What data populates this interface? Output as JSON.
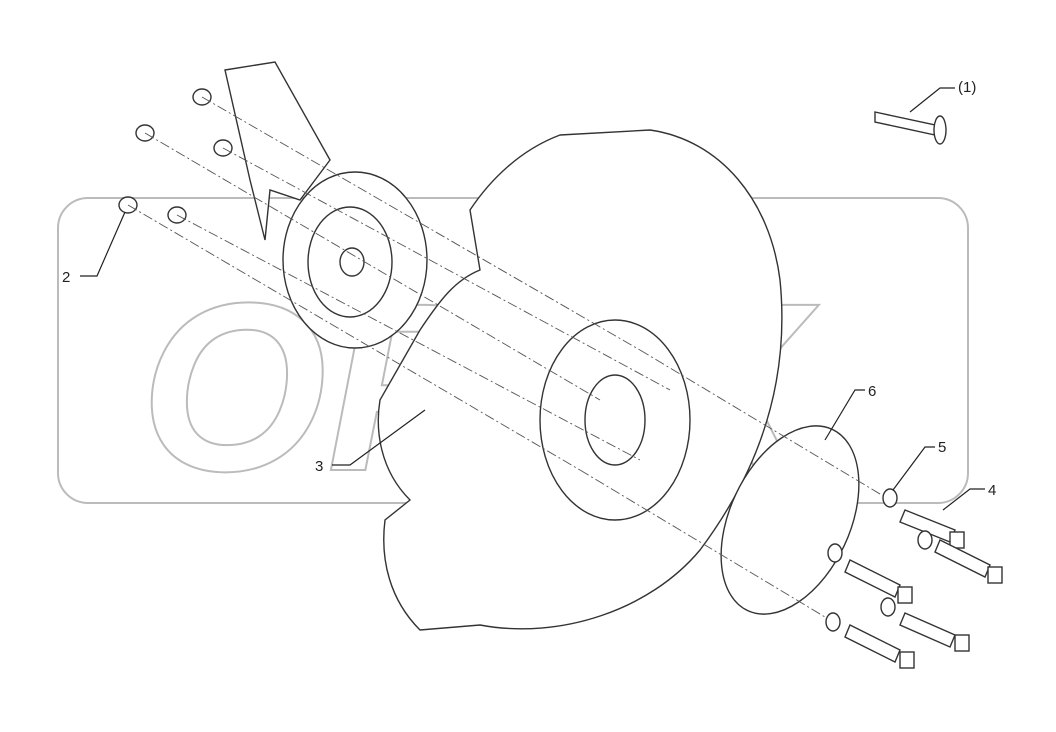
{
  "watermark": "OPEX",
  "callouts": [
    {
      "id": "c1",
      "label": "(1)"
    },
    {
      "id": "c2",
      "label": "2"
    },
    {
      "id": "c3",
      "label": "3"
    },
    {
      "id": "c4",
      "label": "4"
    },
    {
      "id": "c5",
      "label": "5"
    },
    {
      "id": "c6",
      "label": "6"
    }
  ]
}
